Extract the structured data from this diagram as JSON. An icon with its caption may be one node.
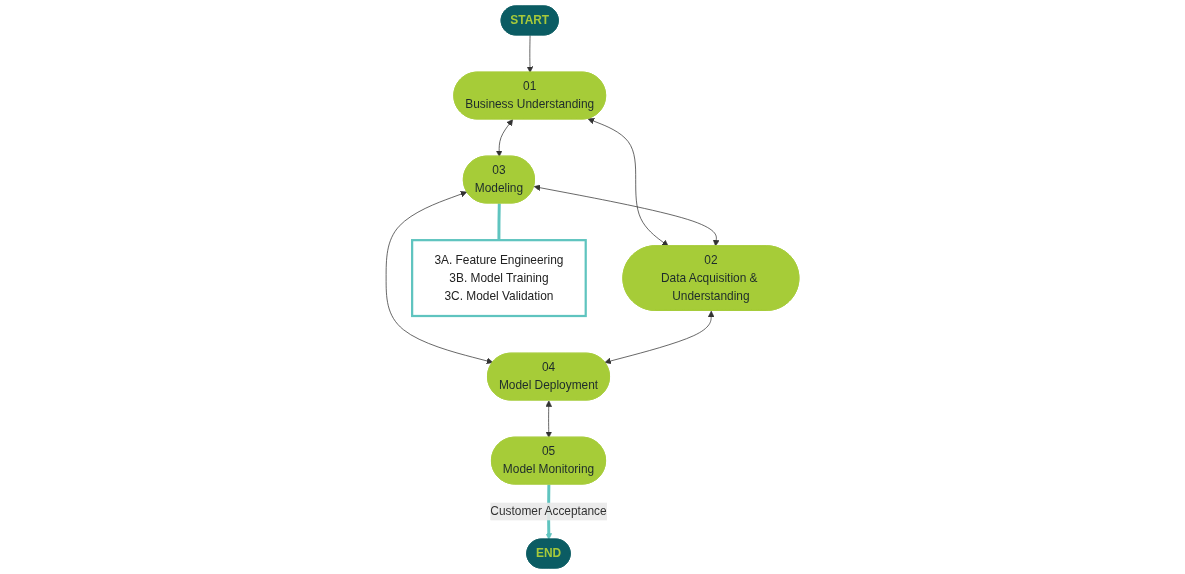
{
  "diagram": {
    "nodes": [
      {
        "text": [
          "START"
        ]
      },
      {
        "text": [
          "01",
          "Business Understanding"
        ]
      },
      {
        "text": [
          "03",
          "Modeling"
        ]
      },
      {
        "text": [
          "02",
          "Data Acquisition & Understanding"
        ]
      },
      {
        "text": [
          "3A. Feature Engineering",
          "3B. Model Training",
          "3C. Model Validation"
        ]
      },
      {
        "text": [
          "04",
          "Model Deployment"
        ]
      },
      {
        "text": [
          "05",
          "Model Monitoring"
        ]
      },
      {
        "text": [
          "END"
        ]
      }
    ],
    "edges": [
      {
        "from": 0,
        "to": 1,
        "arrow": "to"
      },
      {
        "from": 1,
        "to": 2,
        "arrow": "both"
      },
      {
        "from": 1,
        "to": 3,
        "arrow": "both"
      },
      {
        "from": 2,
        "to": 3,
        "arrow": "both"
      },
      {
        "from": 2,
        "to": 4,
        "arrow": "none",
        "style": "thick",
        "color": "#5fc4bf"
      },
      {
        "from": 2,
        "to": 5,
        "arrow": "both"
      },
      {
        "from": 3,
        "to": 5,
        "arrow": "both"
      },
      {
        "from": 5,
        "to": 6,
        "arrow": "both"
      },
      {
        "from": 6,
        "to": 7,
        "arrow": "to",
        "label": "Customer Acceptance",
        "style": "thick",
        "color": "#5fc4bf"
      }
    ]
  }
}
